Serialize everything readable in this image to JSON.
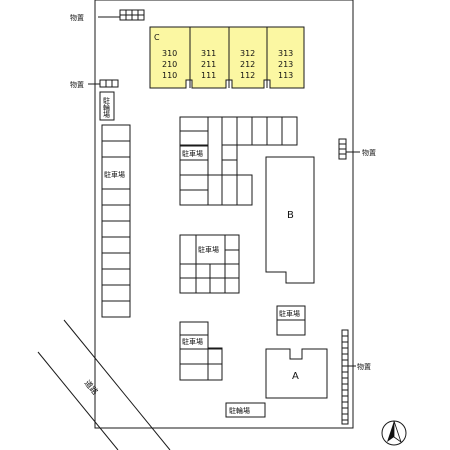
{
  "labels": {
    "storage": "物置",
    "parking": "駐車場",
    "bike_parking": "駐輪場",
    "road": "道路",
    "building_a": "A",
    "building_b": "B",
    "building_c": "C"
  },
  "building_c_units": [
    [
      "310",
      "210",
      "110"
    ],
    [
      "311",
      "211",
      "111"
    ],
    [
      "312",
      "212",
      "112"
    ],
    [
      "313",
      "213",
      "113"
    ]
  ],
  "colors": {
    "highlight": "#fbf7a2",
    "line": "#1a1a1a",
    "background": "#ffffff"
  },
  "icons": {
    "compass": "north-arrow-icon"
  }
}
